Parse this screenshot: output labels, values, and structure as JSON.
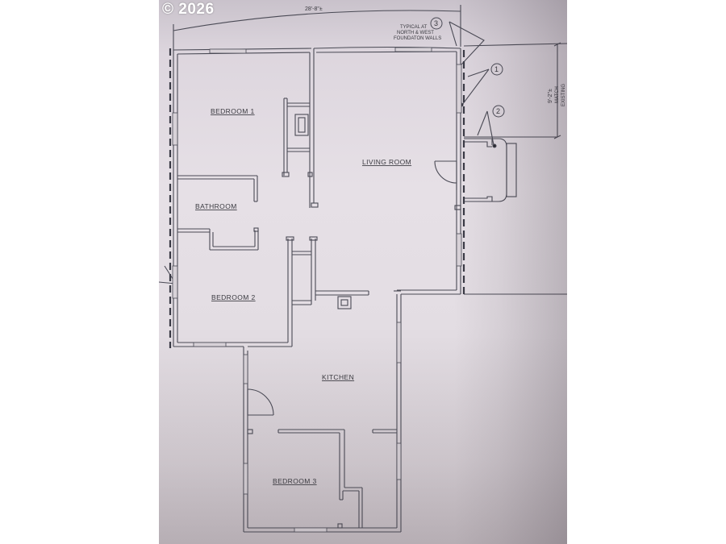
{
  "watermark": {
    "text": "© 2026"
  },
  "plan": {
    "overall_dimension": "28'-8\"±",
    "side_dimension": {
      "value": "9'-2\"±",
      "note_line1": "MATCH",
      "note_line2": "EXISTING"
    },
    "foundation_note": {
      "line1": "TYPICAL AT",
      "line2": "NORTH & WEST",
      "line3": "FOUNDATON WALLS"
    },
    "callouts": [
      "1",
      "2",
      "3"
    ],
    "rooms": [
      {
        "id": "bedroom-1",
        "label": "BEDROOM 1"
      },
      {
        "id": "living-room",
        "label": "LIVING ROOM"
      },
      {
        "id": "bathroom",
        "label": "BATHROOM"
      },
      {
        "id": "bedroom-2",
        "label": "BEDROOM 2"
      },
      {
        "id": "kitchen",
        "label": "KITCHEN"
      },
      {
        "id": "bedroom-3",
        "label": "BEDROOM 3"
      }
    ]
  },
  "colors": {
    "line": "#4a4a55",
    "paper": "#e3dde3",
    "background": "#ffffff"
  }
}
